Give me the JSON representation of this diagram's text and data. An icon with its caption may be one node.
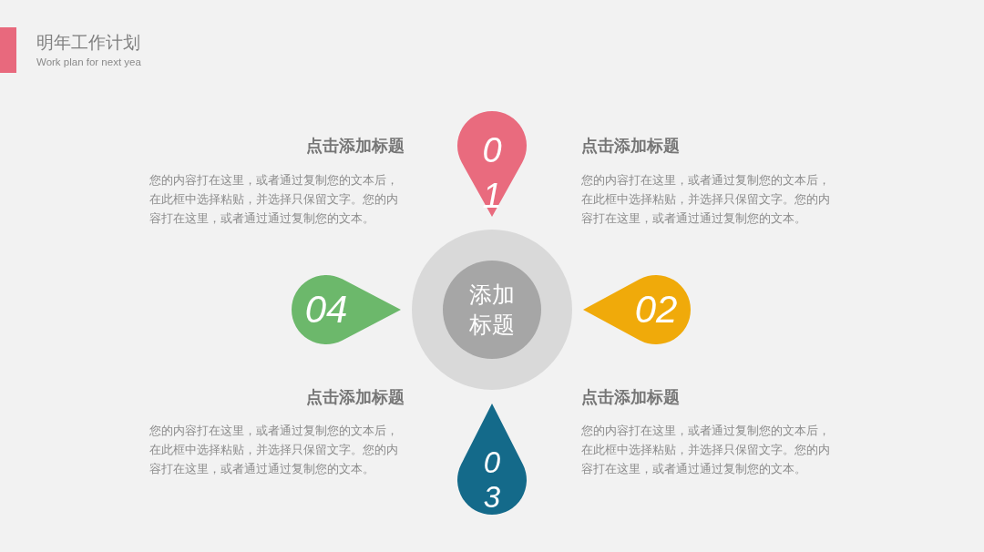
{
  "diagram": {
    "title": "明年工作计划",
    "nodes": [
      {
        "text": [
          "01"
        ]
      },
      {
        "text": [
          "04"
        ]
      },
      {
        "text": [
          "添加标题"
        ]
      },
      {
        "text": [
          "02"
        ]
      },
      {
        "text": [
          "03"
        ]
      }
    ],
    "labels": [
      "Work plan for next yea",
      "点击添加标题",
      "您的内容打在这里，或者通过复制您的文本后，在此框中选择粘贴，并选择只保留文字。您的内容打在这里，或者通过通过复制您的文本。",
      "点击添加标题",
      "您的内容打在这里，或者通过复制您的文本后，在此框中选择粘贴，并选择只保留文字。您的内容打在这里，或者通过通过复制您的文本。",
      "点击添加标题",
      "您的内容打在这里，或者通过复制您的文本后，在此框中选择粘贴，并选择只保留文字。您的内容打在这里，或者通过通过复制您的文本。",
      "点击添加标题",
      "您的内容打在这里，或者通过复制您的文本后，在此框中选择粘贴，并选择只保留文字。您的内容打在这里，或者通过通过复制您的文本。"
    ]
  }
}
